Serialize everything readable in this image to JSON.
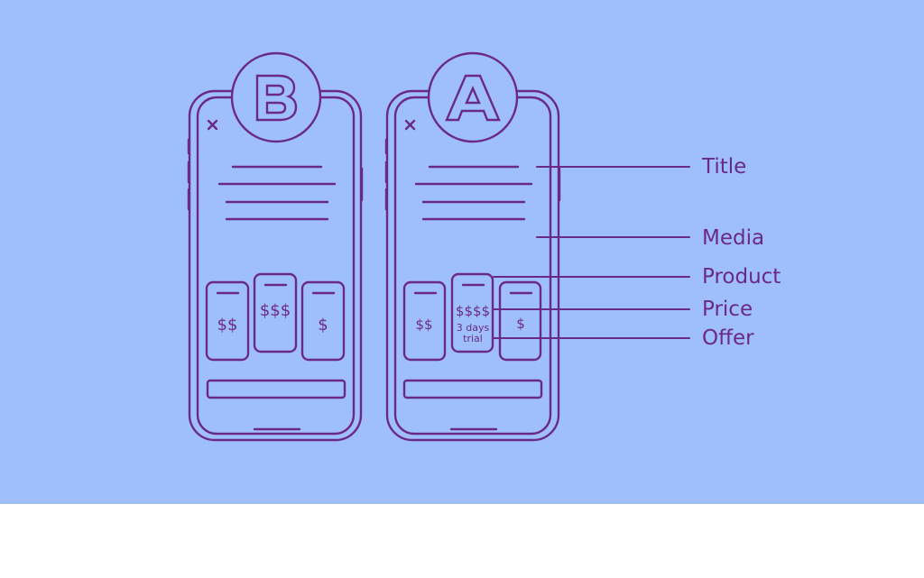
{
  "colors": {
    "background": "#9fbffc",
    "stroke": "#6a2a84",
    "page": "#ffffff"
  },
  "variants": [
    {
      "badge": "B",
      "close_icon": "close-icon",
      "products": [
        {
          "price": "$$"
        },
        {
          "price": "$$$"
        },
        {
          "price": "$"
        }
      ]
    },
    {
      "badge": "A",
      "close_icon": "close-icon",
      "products": [
        {
          "price": "$$"
        },
        {
          "price": "$$$$",
          "offer_line1": "3 days",
          "offer_line2": "trial"
        },
        {
          "price": "$"
        }
      ]
    }
  ],
  "labels": [
    "Title",
    "Media",
    "Product",
    "Price",
    "Offer"
  ]
}
